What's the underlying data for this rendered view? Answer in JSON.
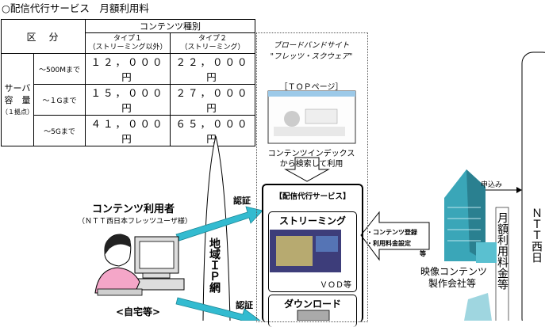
{
  "title": "○配信代行サービス　月額利用料",
  "table": {
    "header_left": "区　分",
    "header_content_type": "コンテンツ種別",
    "type1_name": "タイプ１",
    "type1_desc": "（ストリーミング以外）",
    "type2_name": "タイプ２",
    "type2_desc": "（ストリーミング）",
    "row_header_1": "サーバ",
    "row_header_2": "容　量",
    "row_header_3": "（１拠点）",
    "rows": [
      {
        "capacity": "～500Mまで",
        "type1": "１２，０００円",
        "type2": "２２，０００円"
      },
      {
        "capacity": "～１Gまで",
        "type1": "１５，０００円",
        "type2": "２７，０００円"
      },
      {
        "capacity": "～5Gまで",
        "type1": "４１，０００円",
        "type2": "６５，０００円"
      }
    ]
  },
  "portal": {
    "site_line1": "ブロードバンドサイト",
    "site_line2": "\"フレッツ・スクウェア\"",
    "top_page": "［ＴＯＰページ］",
    "index_line1": "コンテンツインデックス",
    "index_line2": "から検索して利用"
  },
  "service": {
    "title": "【配信代行サービス】",
    "streaming": "ストリーミング",
    "vod": "ＶＯＤ等",
    "download": "ダウンロード"
  },
  "network": {
    "label": "地域ＩＰ網",
    "auth1": "認証",
    "auth2": "認証"
  },
  "user": {
    "title": "コンテンツ利用者",
    "subtitle": "（ＮＴＴ西日本フレッツユーザ様）",
    "home": "<自宅等>"
  },
  "producer": {
    "registration": "・コンテンツ登録",
    "fee_setting_1": "・利用料金設定",
    "fee_setting_2": "等",
    "name_line1": "映像コンテンツ",
    "name_line2": "製作会社等",
    "apply": "申込み",
    "monthly_fee": "月額利用料金等",
    "ntt": "ＮＴＴ西日"
  },
  "colors": {
    "arrow_cyan": "#33bbd0",
    "building_teal": "#3aa6b8",
    "person_pink": "#f4a6c8"
  }
}
